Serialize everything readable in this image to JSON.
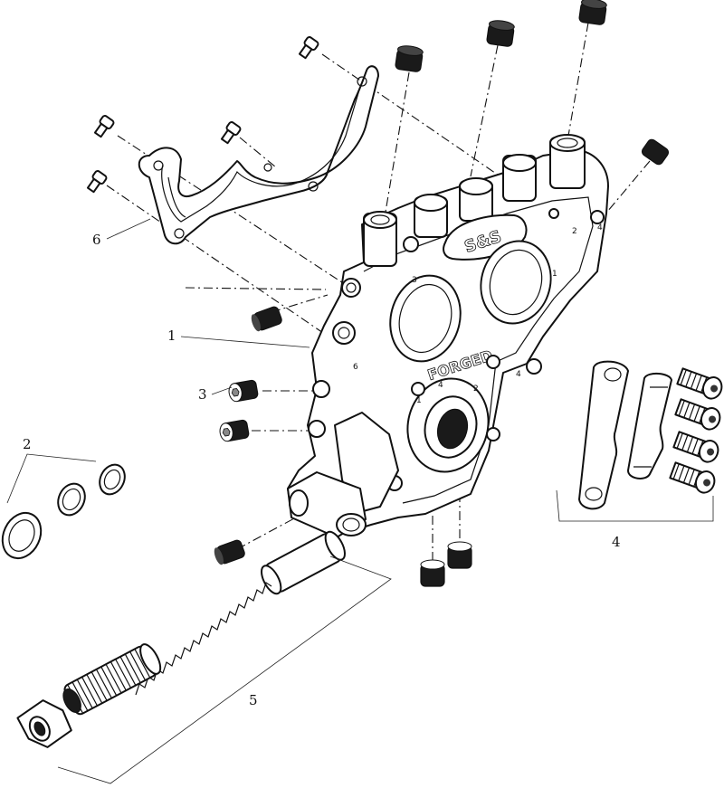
{
  "diagram": {
    "callouts": [
      "1",
      "2",
      "3",
      "4",
      "5",
      "6"
    ],
    "emboss": {
      "logo": "S&S",
      "forged": "FORGED"
    },
    "part_marks": [
      "3",
      "2",
      "1",
      "4",
      "2",
      "4",
      "1",
      "6",
      "4"
    ]
  }
}
